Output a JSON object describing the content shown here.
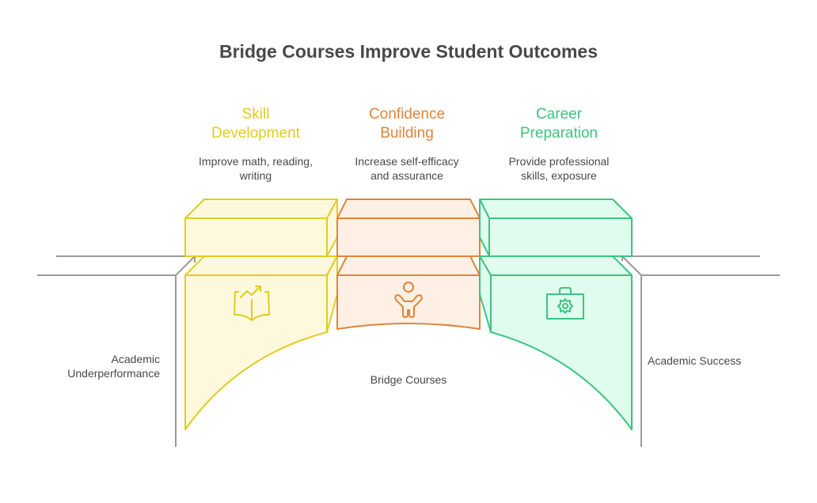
{
  "title": "Bridge Courses Improve Student Outcomes",
  "colors": {
    "yellow_stroke": "#E2CB20",
    "yellow_fill": "#FEF9DC",
    "orange_stroke": "#E0843A",
    "orange_fill": "#FEF0E4",
    "green_stroke": "#3CC47F",
    "green_fill": "#E0FCEE",
    "gray_line": "#9A9A9A",
    "text": "#484848"
  },
  "pillars": [
    {
      "heading_line1": "Skill",
      "heading_line2": "Development",
      "desc_line1": "Improve math, reading,",
      "desc_line2": "writing",
      "icon": "book-growth-icon",
      "color": "#E2CB20"
    },
    {
      "heading_line1": "Confidence",
      "heading_line2": "Building",
      "desc_line1": "Increase self-efficacy",
      "desc_line2": "and assurance",
      "icon": "person-arms-raised-icon",
      "color": "#E0843A"
    },
    {
      "heading_line1": "Career",
      "heading_line2": "Preparation",
      "desc_line1": "Provide professional",
      "desc_line2": "skills, exposure",
      "icon": "toolkit-gear-icon",
      "color": "#3CC47F"
    }
  ],
  "labels": {
    "left_line1": "Academic",
    "left_line2": "Underperformance",
    "center": "Bridge Courses",
    "right": "Academic Success"
  }
}
